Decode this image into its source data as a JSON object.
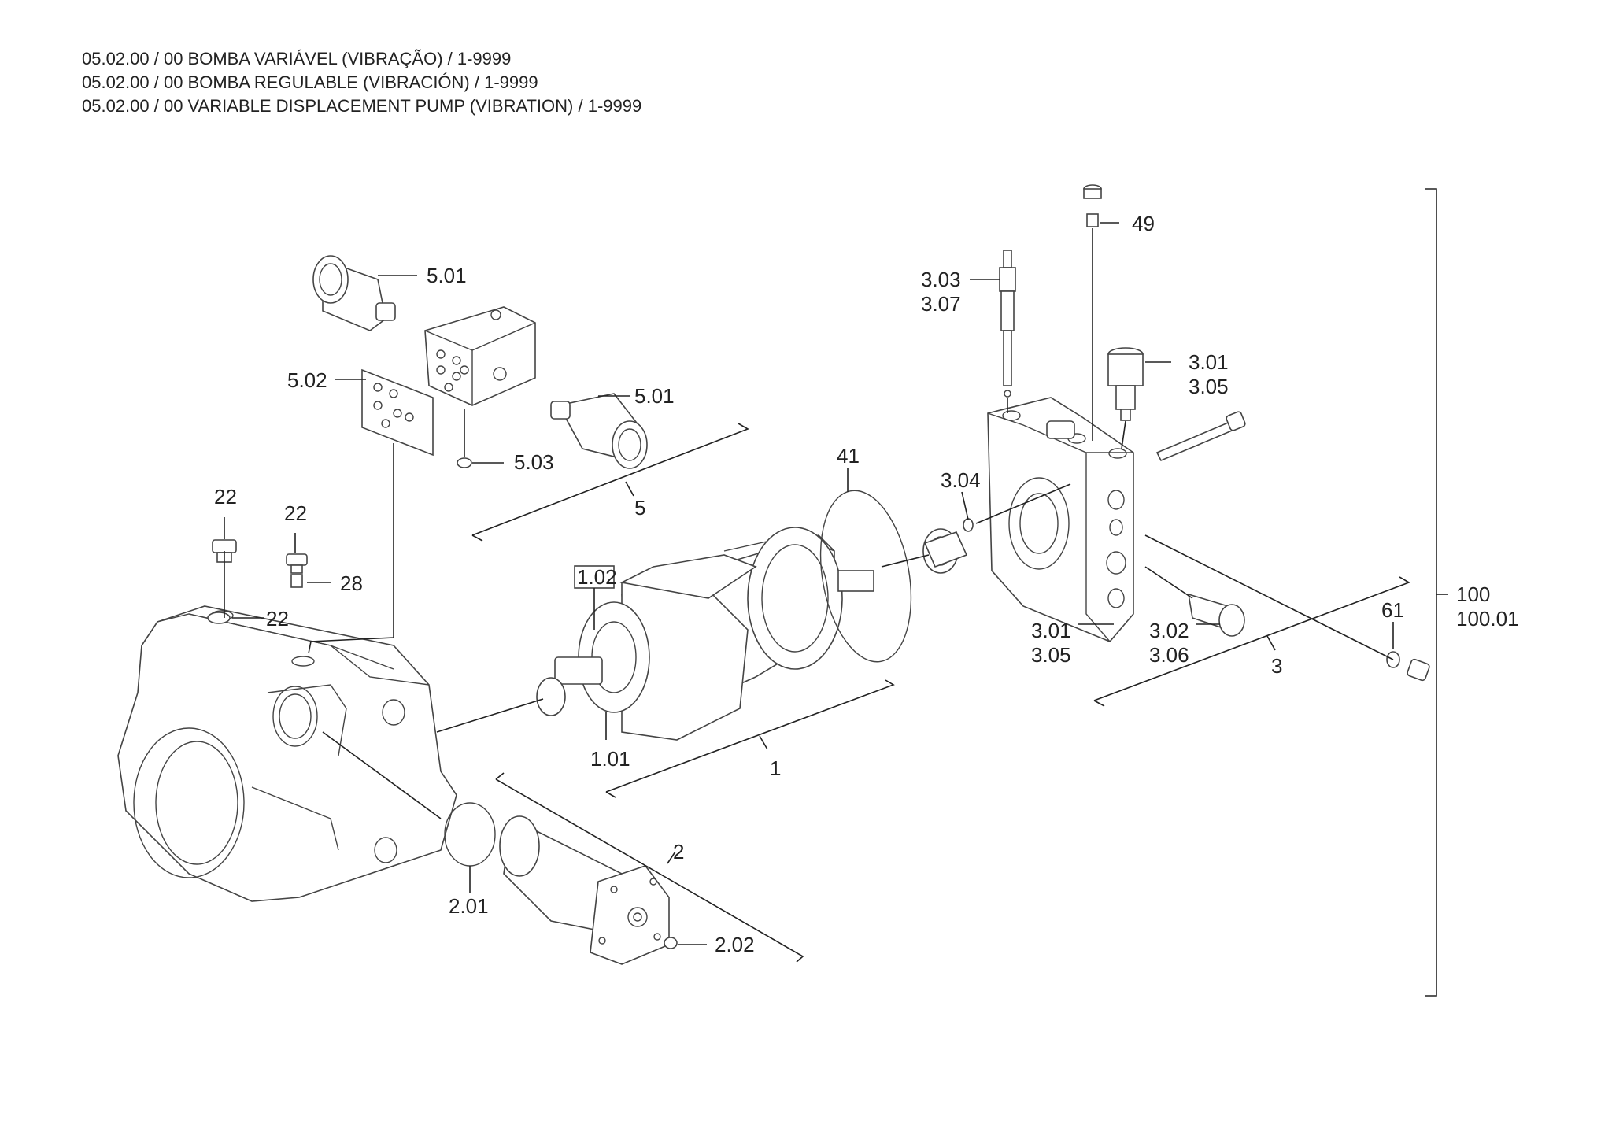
{
  "header": {
    "line1": "05.02.00 / 00 BOMBA VARIÁVEL (VIBRAÇÃO) / 1-9999",
    "line2": "05.02.00 / 00 BOMBA REGULABLE (VIBRACIÓN) / 1-9999",
    "line3": "05.02.00 / 00 VARIABLE DISPLACEMENT PUMP (VIBRATION) / 1-9999"
  },
  "labels": {
    "l_501a": "5.01",
    "l_501b": "5.01",
    "l_502": "5.02",
    "l_503": "5.03",
    "l_5": "5",
    "l_22a": "22",
    "l_22b": "22",
    "l_22c": "22",
    "l_28": "28",
    "l_102": "1.02",
    "l_101": "1.01",
    "l_1": "1",
    "l_41": "41",
    "l_304": "3.04",
    "l_303": "3.03",
    "l_307": "3.07",
    "l_49": "49",
    "l_301a": "3.01",
    "l_305a": "3.05",
    "l_301b": "3.01",
    "l_305b": "3.05",
    "l_302": "3.02",
    "l_306": "3.06",
    "l_3": "3",
    "l_61": "61",
    "l_100": "100",
    "l_10001": "100.01",
    "l_2": "2",
    "l_201": "2.01",
    "l_202": "2.02"
  }
}
